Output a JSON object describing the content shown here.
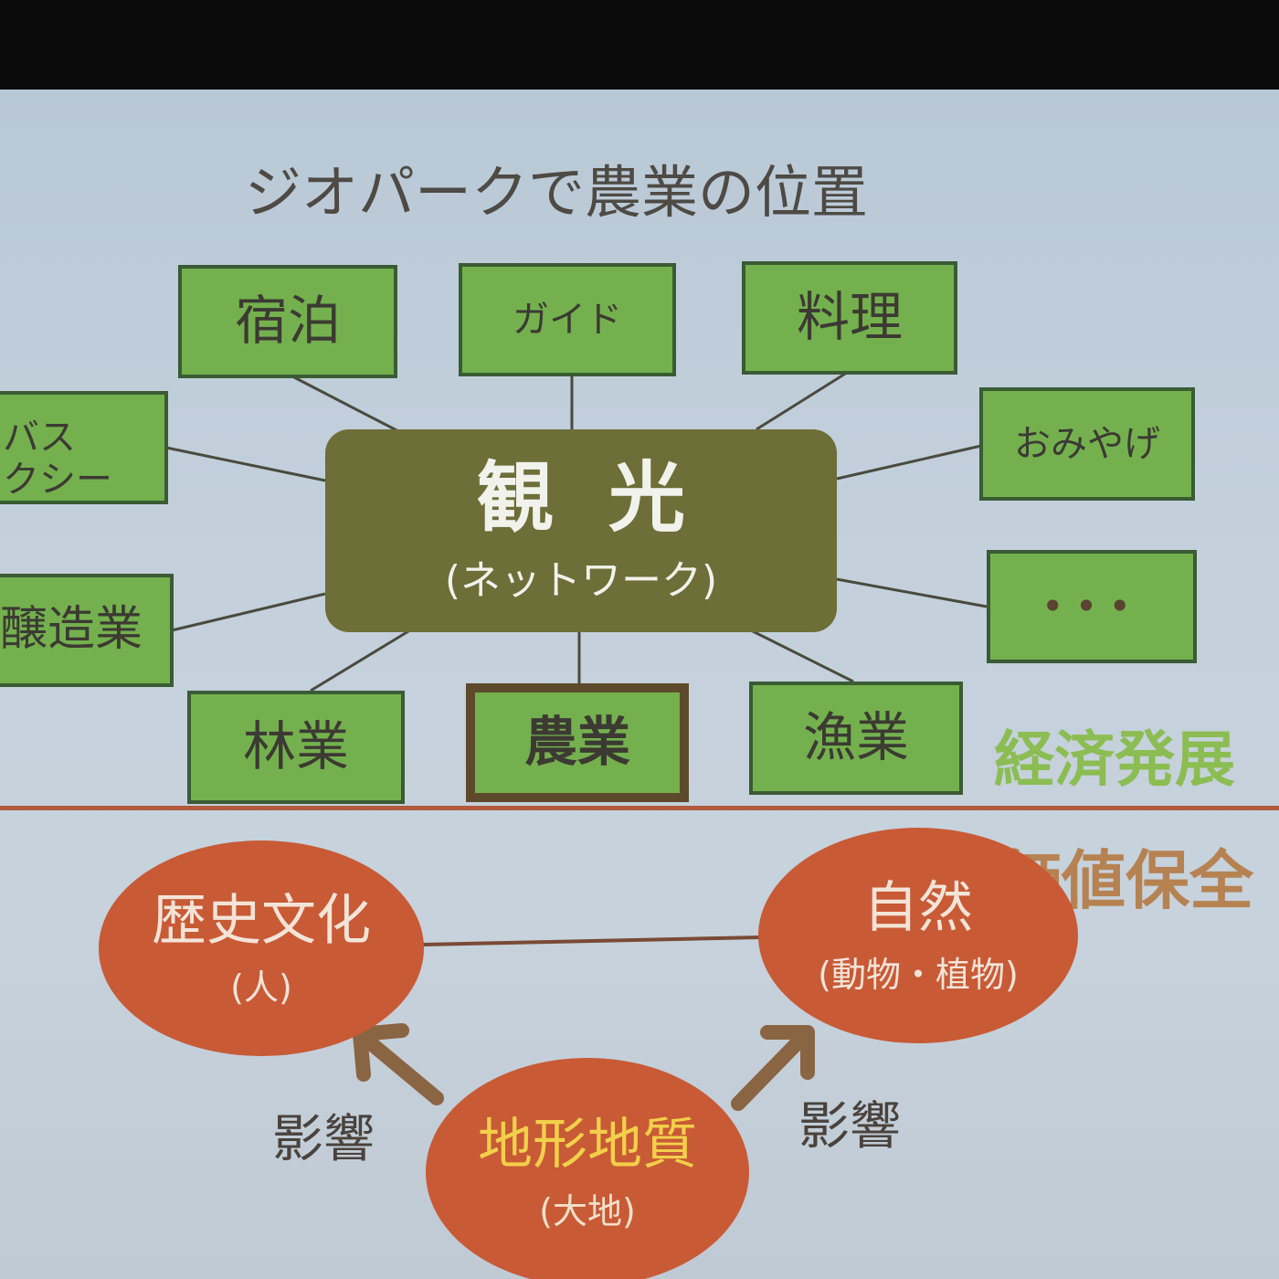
{
  "title": "ジオパークで農業の位置",
  "hub": {
    "main": "観光",
    "sub": "(ネットワーク)"
  },
  "nodes": {
    "lodging": "宿泊",
    "guide": "ガイド",
    "cuisine": "料理",
    "bus_line1": "バス",
    "bus_line2": "タクシー",
    "souvenir": "おみやげ",
    "brewing": "醸造業",
    "more": "•••",
    "forestry": "林業",
    "agriculture": "農業",
    "fishery": "漁業"
  },
  "labels": {
    "economic": "経済発展",
    "preservation": "価値保全"
  },
  "ovals": {
    "history": {
      "main": "歴史文化",
      "sub": "(人)"
    },
    "nature": {
      "main": "自然",
      "sub": "(動物・植物)"
    },
    "geology": {
      "main": "地形地質",
      "sub": "(大地)"
    }
  },
  "influence_left": "影響",
  "influence_right": "影響",
  "colors": {
    "box_fill": "#74b14e",
    "hub_fill": "#6d6e38",
    "oval_fill": "#c85a36",
    "arrow": "#8a6544",
    "economic_green": "#8bbd52",
    "divider": "#b25a3c"
  }
}
